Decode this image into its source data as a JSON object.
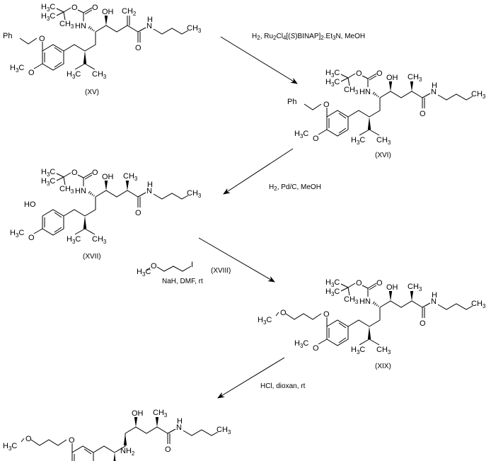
{
  "scheme": {
    "steps": [
      {
        "id": "step1",
        "conditions": {
          "parts": [
            "H",
            "2",
            ", Ru",
            "2",
            "Cl",
            "4",
            "[(",
            "S",
            ")BINAP]",
            "2",
            ".Et",
            "3",
            "N, MeOH"
          ],
          "text": "H2, Ru2Cl4[(S)BINAP]2.Et3N, MeOH"
        }
      },
      {
        "id": "step2",
        "conditions": {
          "parts": [
            "H",
            "2",
            ", Pd/C, MeOH"
          ],
          "text": "H2, Pd/C, MeOH"
        }
      },
      {
        "id": "step3",
        "reagent_label": "(XVIII)",
        "conditions": {
          "text": "NaH, DMF, rt"
        }
      },
      {
        "id": "step4",
        "conditions": {
          "text": "HCl, dioxan, rt"
        }
      }
    ],
    "compounds": [
      {
        "label": "(XV)",
        "substituent": "Ph",
        "side_chain": "=CH2"
      },
      {
        "label": "(XVI)",
        "substituent": "Ph",
        "side_chain": "CH3"
      },
      {
        "label": "(XVII)",
        "substituent": "HO",
        "side_chain": "CH3"
      },
      {
        "label": "(XIX)",
        "substituent": "MeO(CH2)3O",
        "side_chain": "CH3"
      },
      {
        "label": "",
        "substituent": "MeO(CH2)3O",
        "side_chain": "CH3"
      }
    ],
    "atoms": {
      "H": "H",
      "C": "C",
      "O": "O",
      "N": "N",
      "I": "I",
      "Ph": "Ph",
      "OH": "OH",
      "HN": "HN",
      "NH": "N",
      "CH": "CH",
      "HO": "HO",
      "three": "3",
      "two": "2",
      "Hh": "H"
    }
  }
}
